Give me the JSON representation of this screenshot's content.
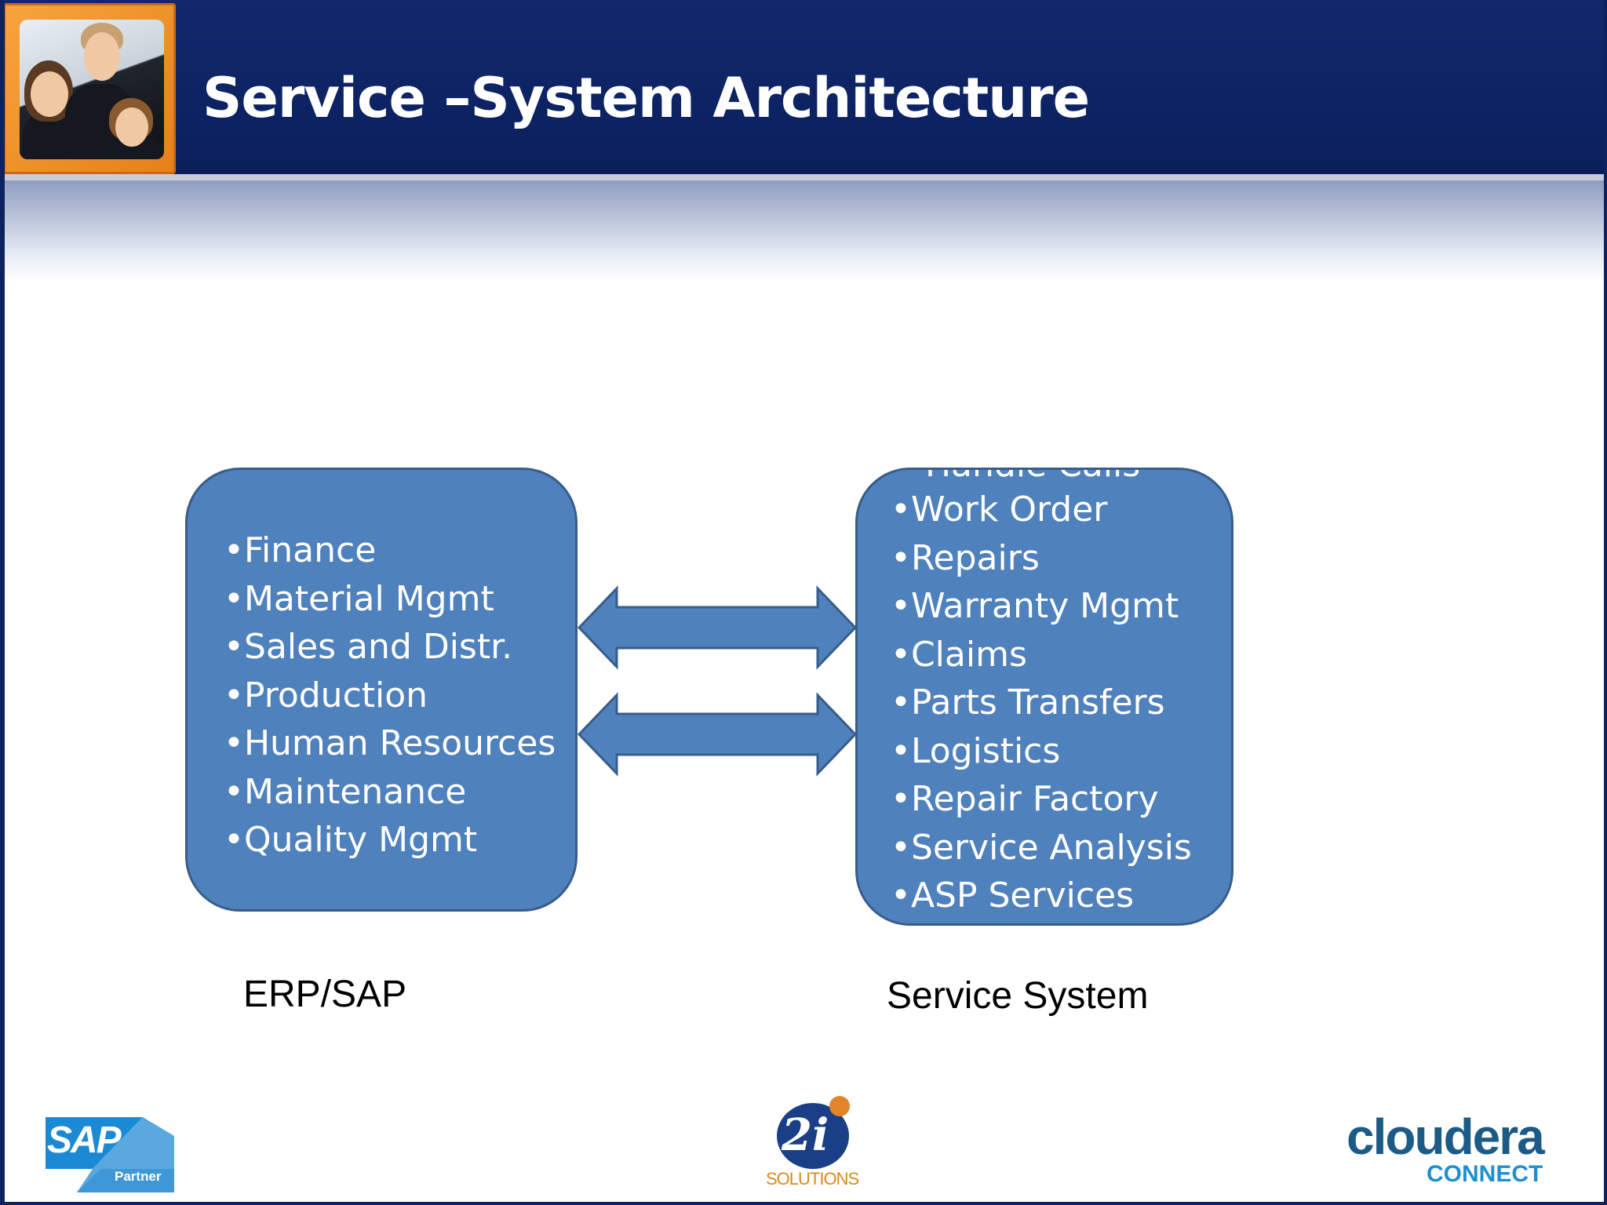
{
  "slide": {
    "title": "Service –System Architecture"
  },
  "diagram": {
    "erp_box": {
      "items": [
        "•Finance",
        "•Material Mgmt",
        "•Sales and Distr.",
        "•Production",
        "•Human Resources",
        "•Maintenance",
        "•Quality Mgmt"
      ],
      "caption": "ERP/SAP"
    },
    "service_box": {
      "clipped_item": "•Handle Calls",
      "items": [
        "•Work  Order",
        "•Repairs",
        "•Warranty Mgmt",
        "•Claims",
        "•Parts Transfers",
        "•Logistics",
        "•Repair Factory",
        "•Service Analysis",
        "•ASP Services"
      ],
      "caption": "Service System"
    },
    "arrow_count": 2
  },
  "footer": {
    "sap_logo_text": "SAP",
    "sap_partner_text": "Partner",
    "twoi_logo_text": "2i",
    "twoi_sub_text": "SOLUTIONS",
    "cloudera_logo_text": "cloudera",
    "cloudera_connect_text": "CONNECT"
  },
  "colors": {
    "header": "#0c2262",
    "box_fill": "#4f81bd",
    "box_border": "#385d8a",
    "photo_frame": "#f08c24"
  }
}
